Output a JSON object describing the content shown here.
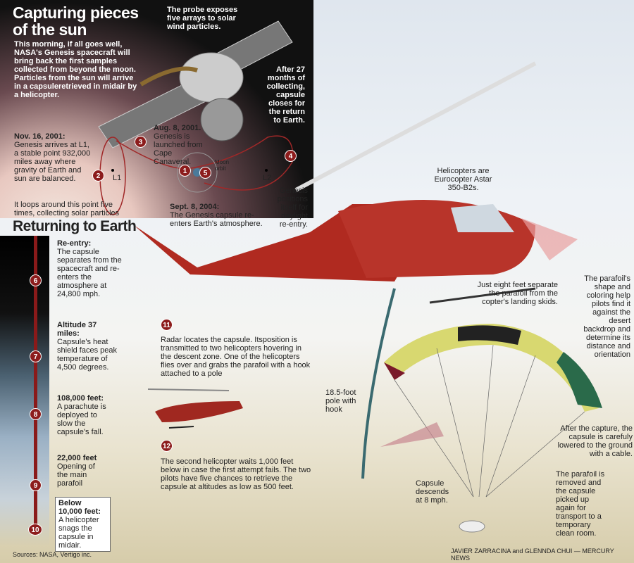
{
  "header": {
    "title_line1": "Capturing pieces",
    "title_line2": "of the sun",
    "intro": "This morning, if all goes well, NASA's Genesis spacecraft will bring back the first samples collected from beyond the moon. Particles from the sun will arrive in a capsuleretrieved in midair by a helicopter."
  },
  "probe_note": "The probe exposes five arrays to solar wind particles.",
  "after27": "After 27 months of collecting, capsule closes for the return to Earth.",
  "trajectory": {
    "nov_head": "Nov. 16, 2001:",
    "nov_text": "Genesis arrives at L1, a stable point 932,000 miles away where gravity of Earth and sun are balanced.",
    "aug_head": "Aug. 8, 2001.",
    "aug_text": "Genesis is launched from Cape Canaveral.",
    "moon": "Moon orbit",
    "l1": "L1",
    "l2": "L2",
    "loops": "It loops around this point five times, collecting solar particles",
    "sept_head": "Sept. 8, 2004:",
    "sept_text": "The Genesis capsule re-enters Earth's atmosphere.",
    "positions": "Genesis positions itself for daylight re-entry.",
    "steps": [
      "1",
      "2",
      "3",
      "4",
      "5"
    ]
  },
  "returning": {
    "title": "Returning to Earth",
    "items": [
      {
        "n": "6",
        "head": "Re-entry:",
        "text": "The capsule separates from the spacecraft and re-enters the atmosphere at 24,800 mph."
      },
      {
        "n": "7",
        "head": "Altitude 37 miles:",
        "text": "Capsule's heat shield faces peak temperature of 4,500 degrees."
      },
      {
        "n": "8",
        "head": "108,000 feet:",
        "text": "A parachute is deployed to slow the capsule's fall."
      },
      {
        "n": "9",
        "head": "22,000 feet",
        "text": "Opening of the main parafoil"
      },
      {
        "n": "10",
        "head": "Below 10,000 feet:",
        "text": "A helicopter snags the capsule in midair."
      }
    ]
  },
  "sources": "Sources: NASA, Vertigo inc.",
  "capture": {
    "n11": "11",
    "text11": "Radar locates the capsule. Itsposition is transmitted to two helicopters hovering in the descent zone. One of the helicopters flies over and grabs the parafoil with a hook attached to a pole",
    "n12": "12",
    "text12": "The second helicopter waits 1,000 feet below in case the first attempt fails. The two pilots have five chances to retrieve the capsule at altitudes as low as 500 feet.",
    "heli_type": "Helicopters are Eurocopter Astar 350-B2s.",
    "eight_feet": "Just eight feet separate the parafoil from the copter's landing skids.",
    "parafoil_shape": "The parafoil's shape and coloring help pilots find it against the desert backdrop and determine its distance and orientation",
    "pole": "18.5-foot pole with hook",
    "after_capture": "After the capture, the capsule is carefuly lowered to the ground with a cable.",
    "descends": "Capsule descends at 8 mph.",
    "removed": "The parafoil is removed and the capsule picked up again for transport to a temporary clean room."
  },
  "credit": "JAVIER ZARRACINA and GLENNDA CHUI — MERCURY NEWS"
}
